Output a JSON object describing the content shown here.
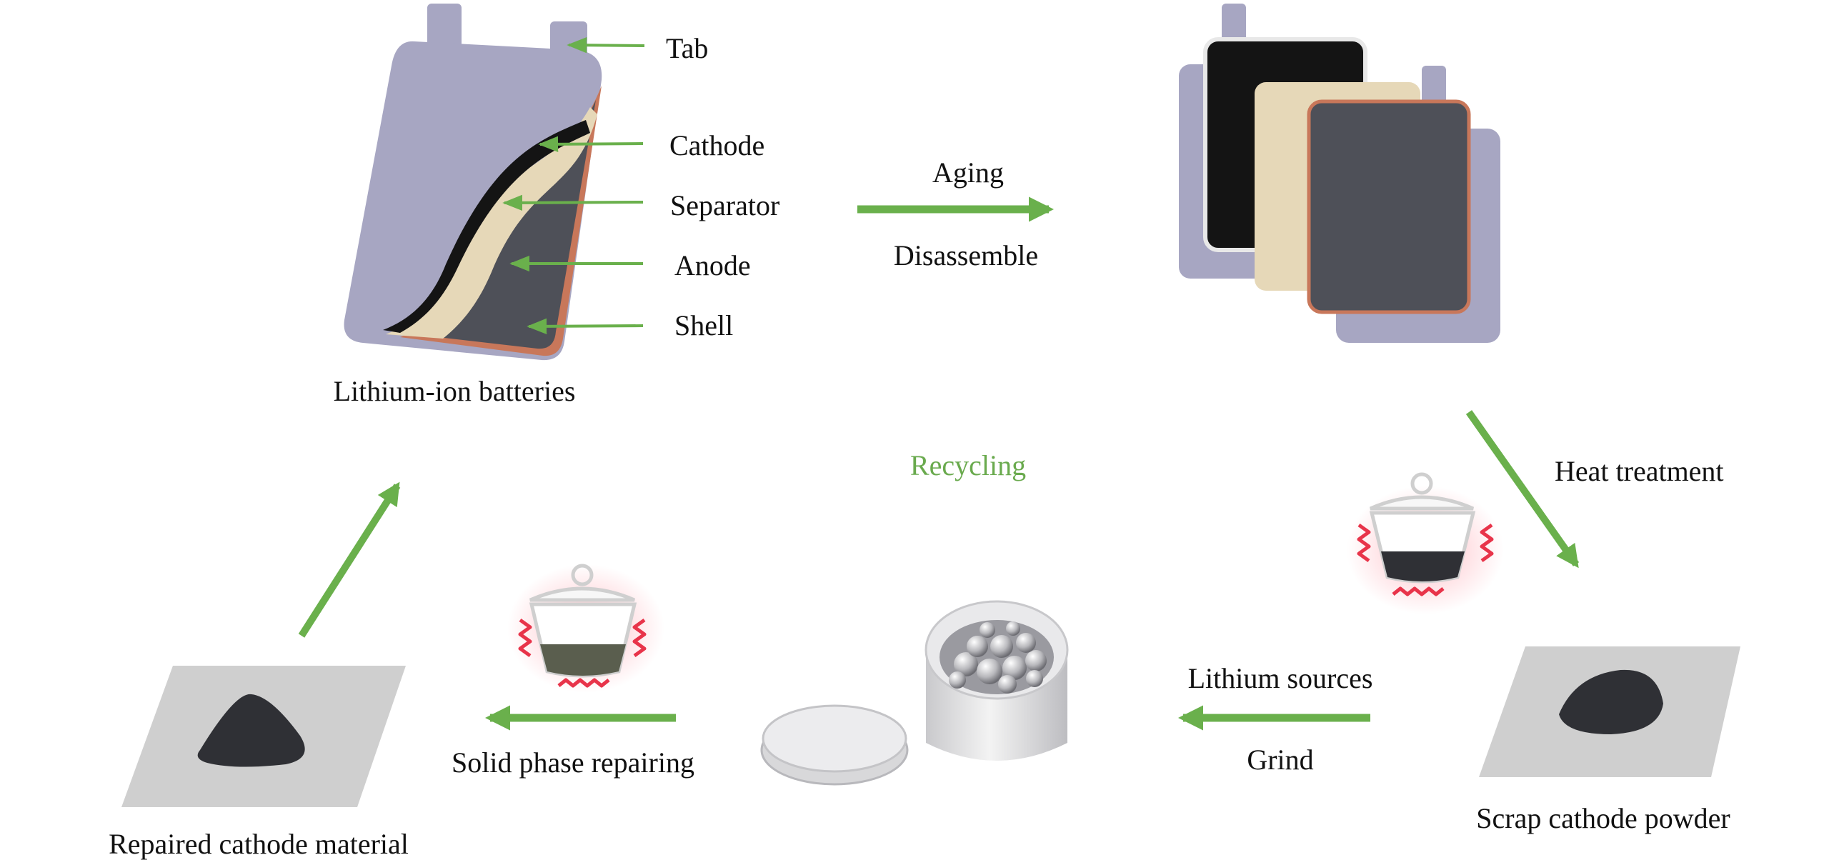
{
  "colors": {
    "arrow_green": "#6ab04c",
    "recycling_text": "#6aaa4e",
    "battery_shell": "#a7a6c2",
    "cathode_layer": "#141414",
    "separator_layer": "#e6d8b8",
    "anode_layer": "#4e5058",
    "shell_edge": "#c8775a",
    "powder": "#2f3035",
    "plate": "#cfcfcf",
    "heat_red": "#e8344a"
  },
  "battery": {
    "title": "Lithium-ion batteries",
    "parts": {
      "tab": "Tab",
      "cathode": "Cathode",
      "separator": "Separator",
      "anode": "Anode",
      "shell": "Shell"
    }
  },
  "steps": {
    "aging": "Aging",
    "disassemble": "Disassemble",
    "heat_treatment": "Heat treatment",
    "lithium_sources": "Lithium sources",
    "grind": "Grind",
    "solid_phase": "Solid phase repairing"
  },
  "center": {
    "recycling": "Recycling"
  },
  "materials": {
    "scrap": "Scrap cathode powder",
    "repaired": "Repaired cathode material"
  },
  "icons": [
    "battery-cutaway-icon",
    "electrode-sheets-icon",
    "heated-crucible-icon",
    "ball-mill-jar-icon",
    "powder-pile-icon"
  ]
}
